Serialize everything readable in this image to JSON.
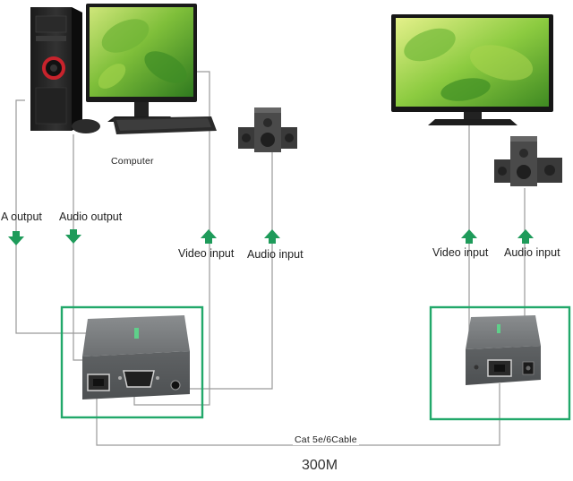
{
  "labels": {
    "computer": "Computer",
    "vga_output": "A output",
    "audio_output": "Audio output",
    "tx_video_input": "Video input",
    "tx_audio_input": "Audio input",
    "rx_video_input": "Video input",
    "rx_audio_input": "Audio input",
    "cable": "Cat 5e/6Cable",
    "distance": "300M"
  },
  "colors": {
    "arrow": "#1e9b5a",
    "frame": "#22a86a",
    "wire": "#9a9a9a",
    "device": "#6f7274",
    "screen_green": "#8cc63f"
  },
  "icons": {
    "arrow": "arrow-down-icon",
    "arrow_up": "arrow-up-icon"
  }
}
